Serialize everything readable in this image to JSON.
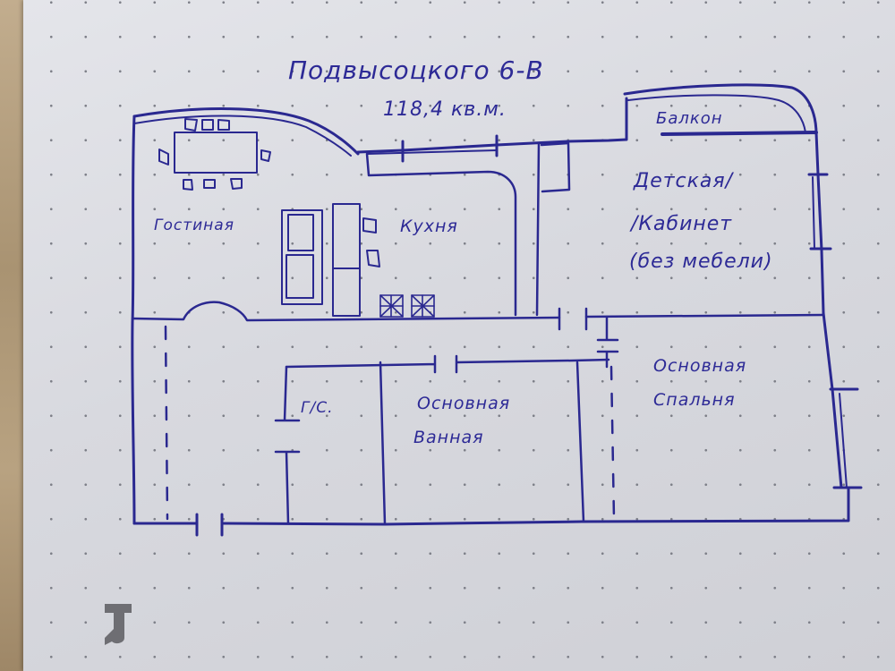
{
  "sheet": {
    "background": "dot-grid notebook paper",
    "ink_color": "#2a2890",
    "paper_color": "#dcdde3"
  },
  "title": {
    "address": "Подвысоцкого 6-В",
    "area": "118,4 кв.м."
  },
  "rooms": {
    "living_room": {
      "label": "Гостиная"
    },
    "kitchen": {
      "label": "Кухня"
    },
    "balcony": {
      "label": "Балкон"
    },
    "kids_room": {
      "line1": "Детская/",
      "line2": "/Кабинет",
      "line3": "(без мебели)"
    },
    "guest_wc": {
      "label": "Г/С."
    },
    "main_bathroom": {
      "line1": "Основная",
      "line2": "Ванная"
    },
    "master_bedroom": {
      "line1": "Основная",
      "line2": "Спальня"
    }
  },
  "furniture": {
    "dining_table": {
      "chairs": 8
    },
    "kitchen_counter": "L-shaped",
    "wardrobe": "double",
    "fridge": "tall unit",
    "stools": 2,
    "kitchen_chairs": 2
  },
  "watermark": {
    "icon": "r-logo-icon"
  }
}
